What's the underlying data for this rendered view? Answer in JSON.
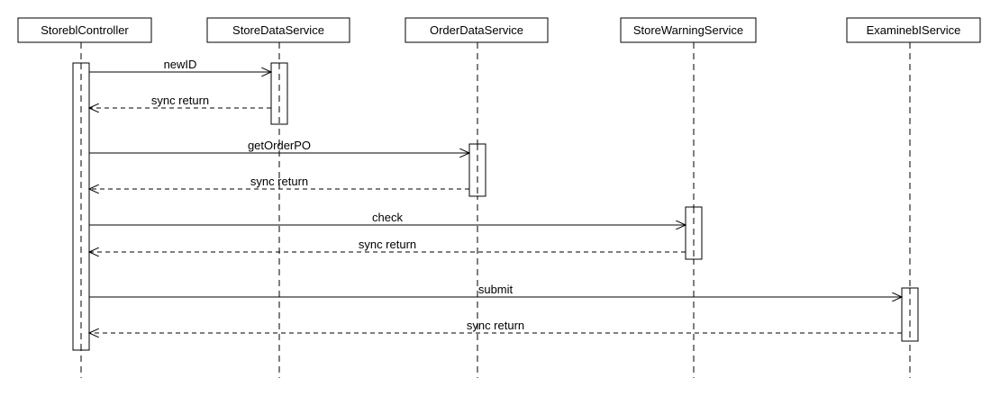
{
  "colors": {
    "line": "#000000",
    "box_fill": "#ffffff"
  },
  "participants": [
    {
      "id": "p0",
      "name": "StoreblController"
    },
    {
      "id": "p1",
      "name": "StoreDataService"
    },
    {
      "id": "p2",
      "name": "OrderDataService"
    },
    {
      "id": "p3",
      "name": "StoreWarningService"
    },
    {
      "id": "p4",
      "name": "ExaminebIService"
    }
  ],
  "messages": [
    {
      "from": 0,
      "to": 1,
      "label": "newID",
      "kind": "call"
    },
    {
      "from": 1,
      "to": 0,
      "label": "sync return",
      "kind": "return"
    },
    {
      "from": 0,
      "to": 2,
      "label": "getOrderPO",
      "kind": "call"
    },
    {
      "from": 2,
      "to": 0,
      "label": "sync return",
      "kind": "return"
    },
    {
      "from": 0,
      "to": 3,
      "label": "check",
      "kind": "call"
    },
    {
      "from": 3,
      "to": 0,
      "label": "sync return",
      "kind": "return"
    },
    {
      "from": 0,
      "to": 4,
      "label": "submit",
      "kind": "call"
    },
    {
      "from": 4,
      "to": 0,
      "label": "sync return",
      "kind": "return"
    }
  ]
}
